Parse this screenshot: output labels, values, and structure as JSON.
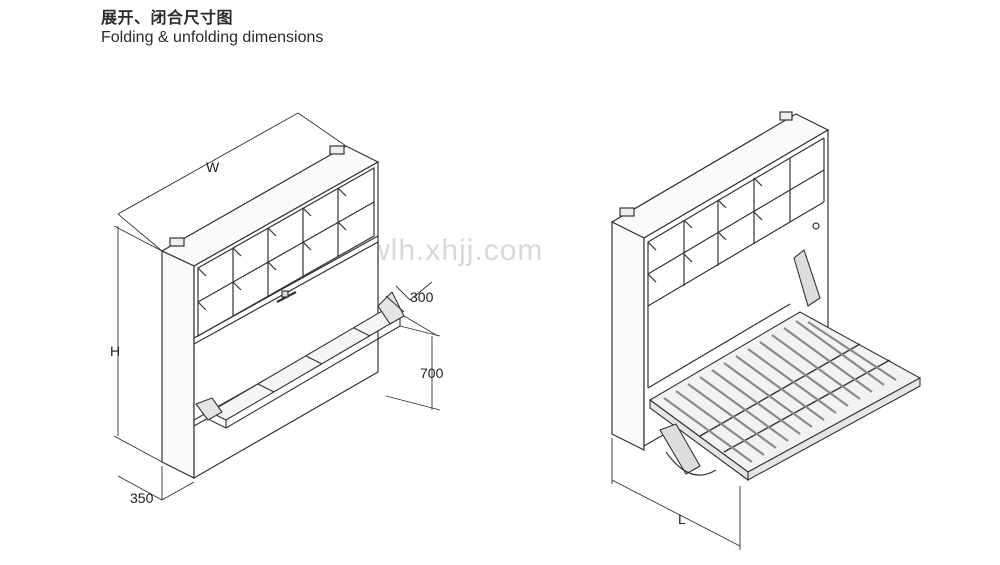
{
  "title_cn": "展开、闭合尺寸图",
  "title_en": "Folding & unfolding dimensions",
  "watermark": "wlh.xhjj.com",
  "labels": {
    "width": "W",
    "height": "H",
    "depth": "350",
    "frame_depth": "300",
    "frame_height": "700",
    "length": "L"
  },
  "colors": {
    "line": "#333333",
    "fill_light": "#f2f2f2",
    "slat": "#bdbdbd"
  }
}
